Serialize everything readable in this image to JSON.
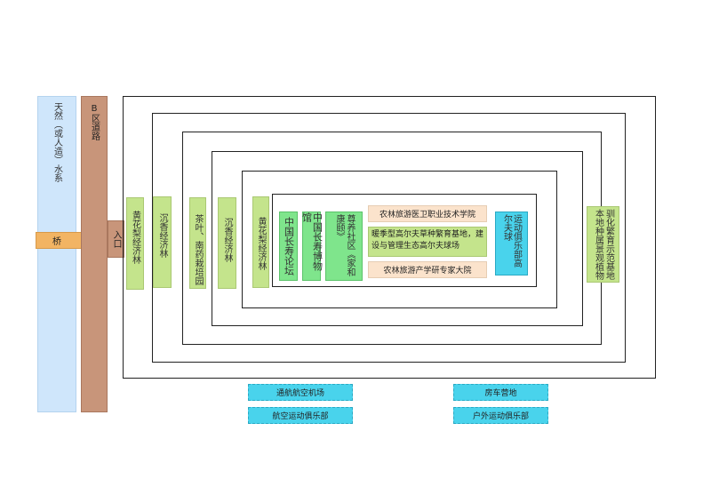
{
  "left": {
    "water_label": "天然（或人造）水系",
    "road_label": "B区道路",
    "bridge_label": "桥",
    "entrance_label": "入口"
  },
  "belts": {
    "belt1": "黄花梨经济林",
    "belt2": "沉香经济林",
    "belt3": "茶叶、南药栽培园",
    "belt4": "沉香经济林",
    "belt5": "黄花梨经济林"
  },
  "core": {
    "forum": "中国长寿论坛",
    "museum": "中国长寿博物馆",
    "community": "尊养社区《家和康颐》",
    "college": "农林旅游医卫职业技术学院",
    "golf_base": "暖季型高尔夫草种繁育基地，建设与管理生态高尔夫球场",
    "expert_yard": "农林旅游产学研专家大院",
    "golf_club": "运动俱乐部高尔夫球"
  },
  "right": {
    "plant_base": "驯化繁育示范基地本地种属景观植物"
  },
  "bottom": {
    "airport": "通航航空机场",
    "aviation_club": "航空运动俱乐部",
    "rv_camp": "房车营地",
    "outdoor_club": "户外运动俱乐部"
  },
  "colors": {
    "water": "#cfe6fb",
    "road": "#c8957a",
    "bridge": "#f2b463",
    "belt_green": "#c4e48c",
    "bright_green": "#7fe58c",
    "cyan": "#49d3ec",
    "peach": "#fbe3cc"
  }
}
